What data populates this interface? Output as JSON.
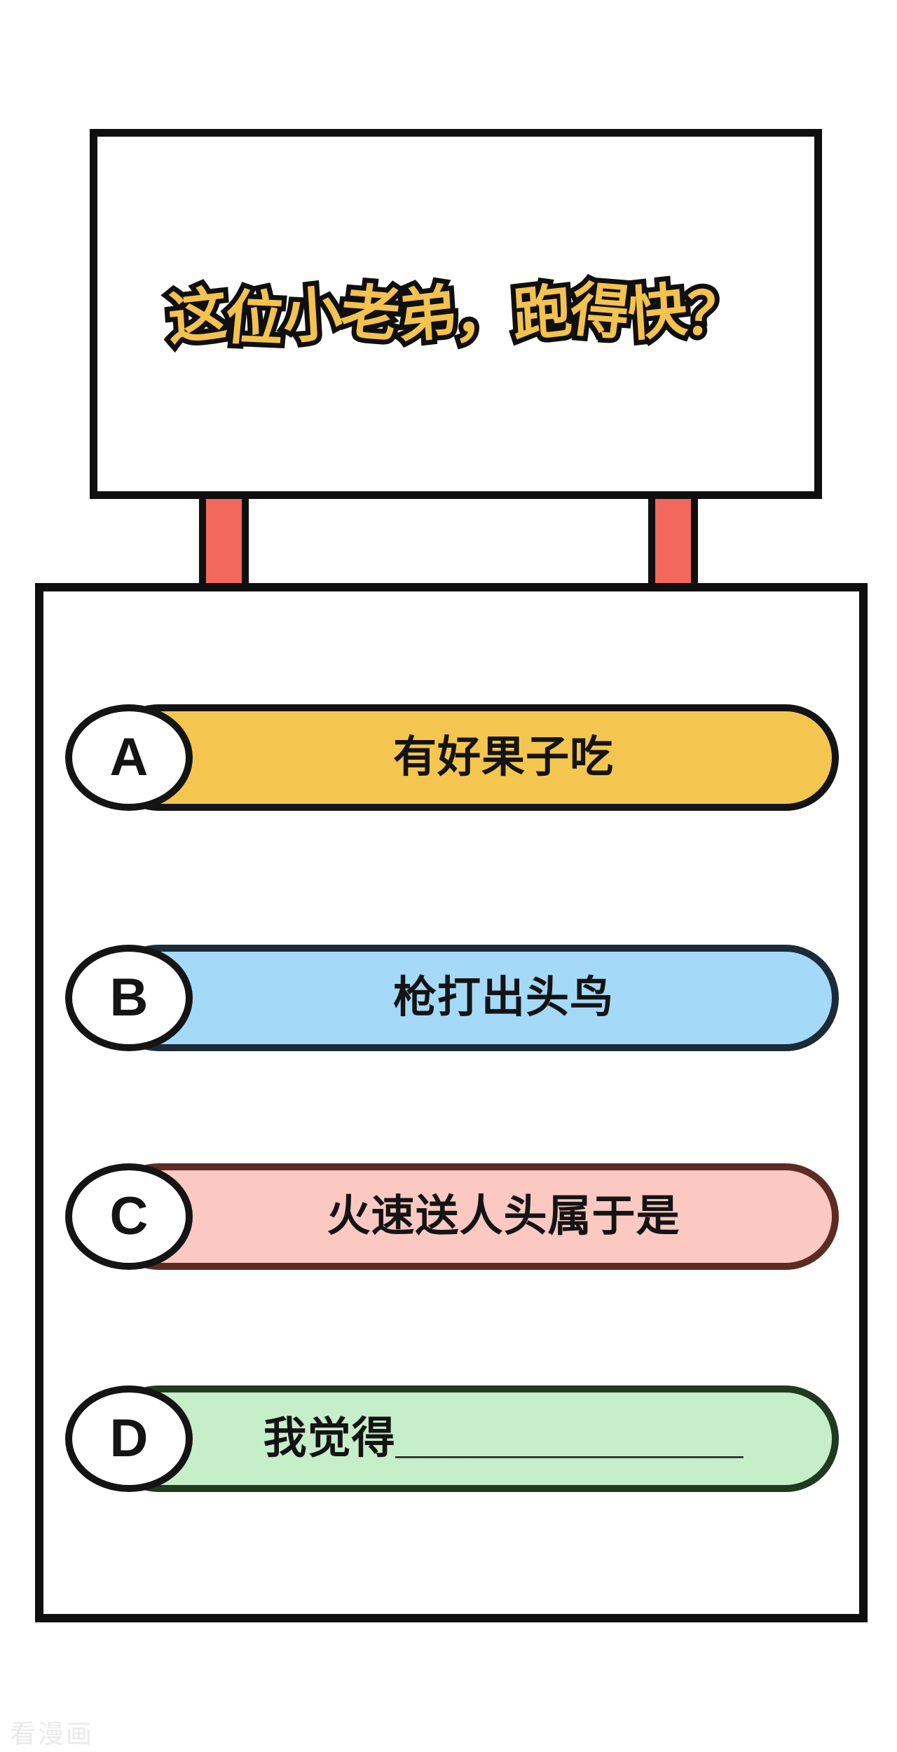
{
  "sign": {
    "title": "这位小老弟，跑得快？"
  },
  "quiz": {
    "options": [
      {
        "letter": "A",
        "text": "有好果子吃",
        "fill": "#f5c64f",
        "border": "#141414"
      },
      {
        "letter": "B",
        "text": "枪打出头鸟",
        "fill": "#a5d9f8",
        "border": "#1c2b3a"
      },
      {
        "letter": "C",
        "text": "火速送人头属于是",
        "fill": "#fbc8c2",
        "border": "#5e2b24"
      },
      {
        "letter": "D",
        "text": "我觉得______________",
        "fill": "#c6eec9",
        "border": "#20391f"
      }
    ]
  },
  "watermark": {
    "text": "看漫画"
  },
  "colors": {
    "post": "#f2685c",
    "outline": "#0f0f0f",
    "title": "#f3c24f"
  }
}
